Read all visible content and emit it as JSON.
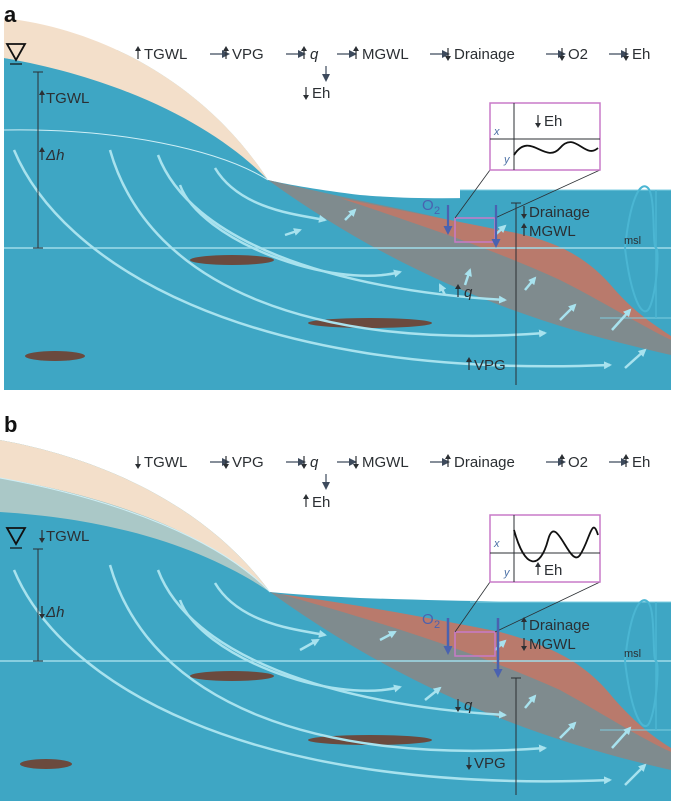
{
  "panels": [
    {
      "id": "a",
      "letter": "a",
      "chain": [
        "TGWL",
        "VPG",
        "q",
        "MGWL",
        "Drainage",
        "O2",
        "Eh"
      ],
      "chain_directions": [
        "up",
        "up",
        "up",
        "up",
        "down",
        "down",
        "down"
      ],
      "q_branch": {
        "label": "Eh",
        "direction": "down"
      },
      "tgwl_label": "TGWL",
      "tgwl_direction": "up",
      "dh_label": "Δh",
      "dh_direction": "up",
      "drainage_label": "Drainage",
      "drainage_direction": "down",
      "mgwl_label": "MGWL",
      "mgwl_direction": "up",
      "q_label": "q",
      "q_direction": "up",
      "vpg_label": "VPG",
      "vpg_direction": "up",
      "o2_label": "O",
      "o2_sub": "2",
      "msl_label": "msl",
      "inset": {
        "x_label": "x",
        "y_label": "y",
        "eh_label": "Eh",
        "eh_direction": "down"
      }
    },
    {
      "id": "b",
      "letter": "b",
      "chain": [
        "TGWL",
        "VPG",
        "q",
        "MGWL",
        "Drainage",
        "O2",
        "Eh"
      ],
      "chain_directions": [
        "down",
        "down",
        "down",
        "down",
        "up",
        "up",
        "up"
      ],
      "q_branch": {
        "label": "Eh",
        "direction": "up"
      },
      "tgwl_label": "TGWL",
      "tgwl_direction": "down",
      "dh_label": "Δh",
      "dh_direction": "down",
      "drainage_label": "Drainage",
      "drainage_direction": "up",
      "mgwl_label": "MGWL",
      "mgwl_direction": "down",
      "q_label": "q",
      "q_direction": "down",
      "vpg_label": "VPG",
      "vpg_direction": "down",
      "o2_label": "O",
      "o2_sub": "2",
      "msl_label": "msl",
      "inset": {
        "x_label": "x",
        "y_label": "y",
        "eh_label": "Eh",
        "eh_direction": "up"
      }
    }
  ],
  "colors": {
    "water": "#3ea6c4",
    "sand": "#f3dfca",
    "beach_gray": "#7f8b8e",
    "beach_red": "#b97a6c",
    "lens": "#6b4a3e",
    "flow_arrow": "#a8e2ee",
    "inset_border": "#c87ac8",
    "o2_blue": "#4a62b0",
    "text": "#2b2f33"
  }
}
